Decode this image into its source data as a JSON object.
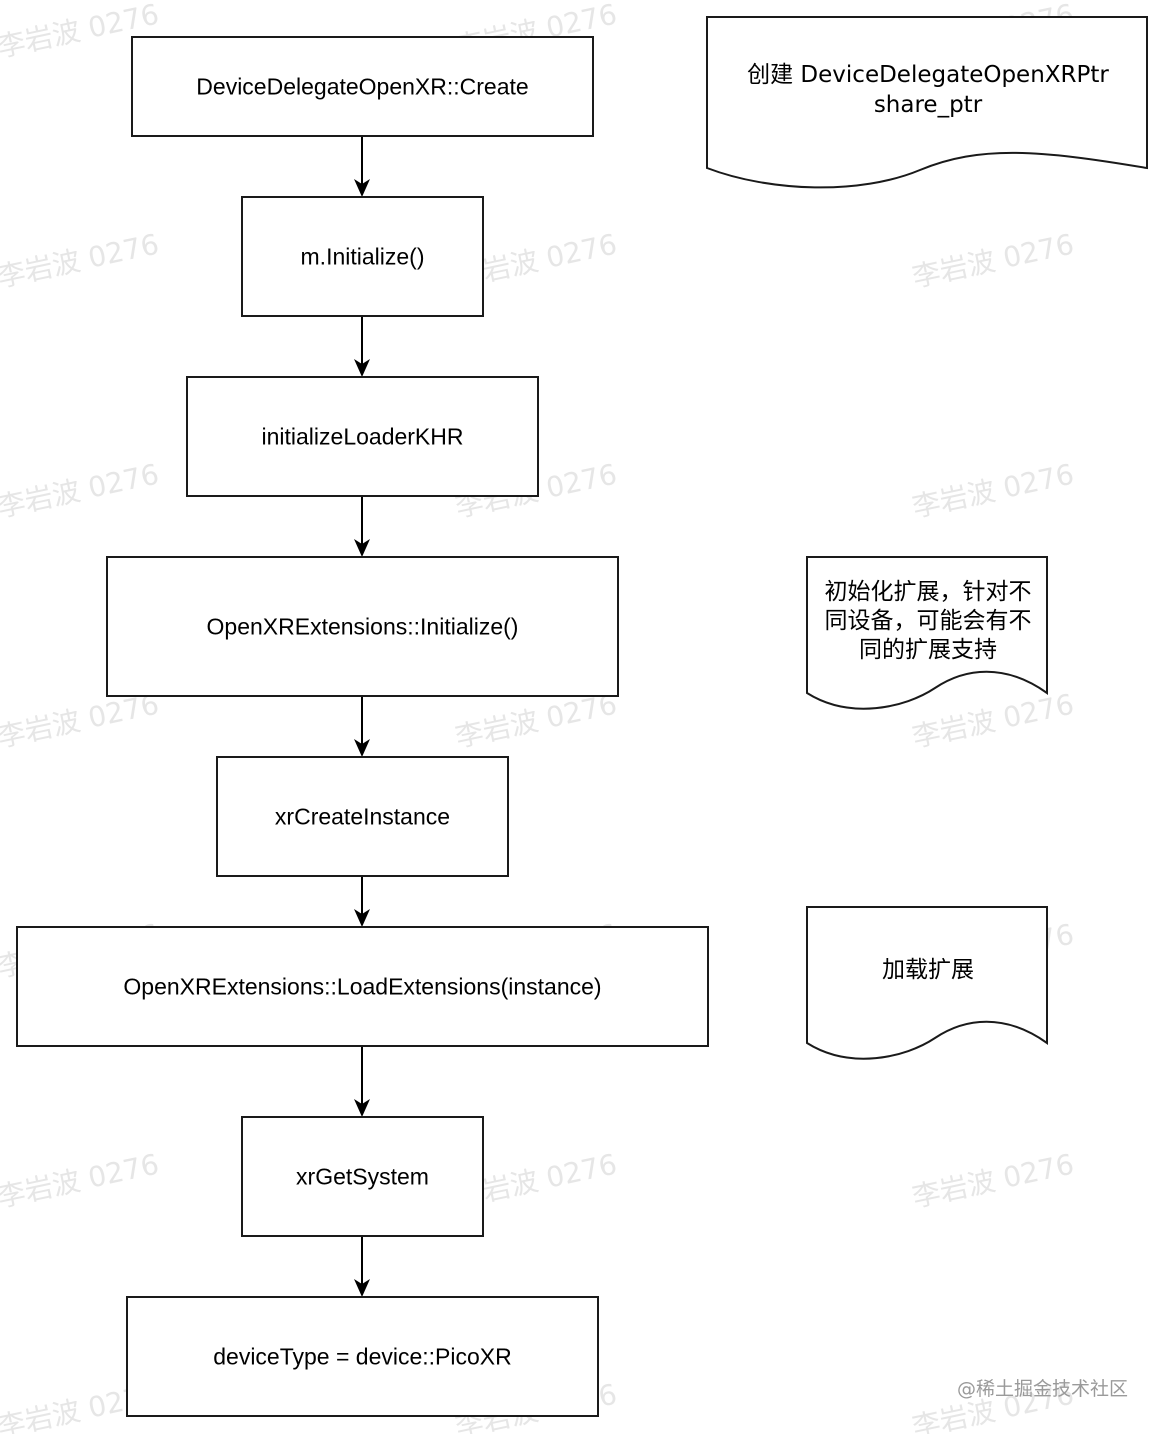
{
  "watermark": {
    "text": "李岩波 0276"
  },
  "steps": [
    {
      "id": "create",
      "label": "DeviceDelegateOpenXR::Create"
    },
    {
      "id": "initialize",
      "label": "m.Initialize()"
    },
    {
      "id": "init-loader",
      "label": "initializeLoaderKHR"
    },
    {
      "id": "ext-init",
      "label": "OpenXRExtensions::Initialize()"
    },
    {
      "id": "create-instance",
      "label": "xrCreateInstance"
    },
    {
      "id": "load-ext",
      "label": "OpenXRExtensions::LoadExtensions(instance)"
    },
    {
      "id": "get-system",
      "label": "xrGetSystem"
    },
    {
      "id": "device-type",
      "label": "deviceType = device::PicoXR"
    }
  ],
  "notes": [
    {
      "id": "create-ptr",
      "lines": [
        "创建 DeviceDelegateOpenXRPtr",
        "share_ptr"
      ]
    },
    {
      "id": "init-ext",
      "lines": [
        "初始化扩展，针对不",
        "同设备，可能会有不",
        "同的扩展支持"
      ]
    },
    {
      "id": "load-ext",
      "lines": [
        "加载扩展"
      ]
    }
  ],
  "signature": "@稀土掘金技术社区"
}
